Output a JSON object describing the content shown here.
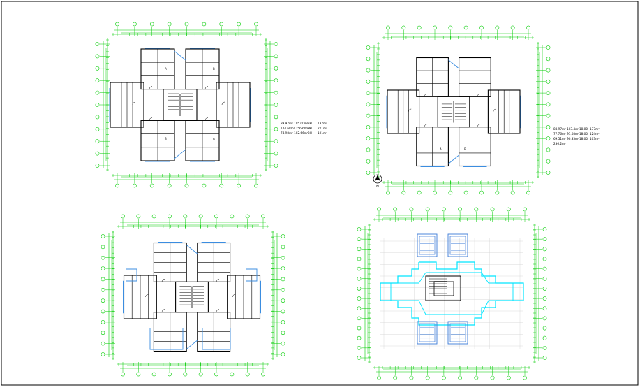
{
  "drawing": {
    "plans": [
      {
        "id": "plan-top-left",
        "area_table": [
          {
            "area": "89.97m² 105.00m²",
            "count": "3H",
            "size": "137m²"
          },
          {
            "area": "144.68m² 156.60m²",
            "count": "3H",
            "size": "221m²"
          },
          {
            "area": "74.98m² 102.66m²",
            "count": "3H",
            "size": "101m²"
          }
        ],
        "room_labels": [
          "A",
          "B",
          "B",
          "A"
        ]
      },
      {
        "id": "plan-top-right",
        "area_table": [
          {
            "area": "88.97m² 103.4m²",
            "count": "18.00",
            "size": "137m²"
          },
          {
            "area": "77.76m² 91.08m²",
            "count": "18.00",
            "size": "124m²"
          },
          {
            "area": "69.51m² 90.33m²",
            "count": "18.00",
            "size": "103m²"
          },
          {
            "area": "236.2m²",
            "count": "",
            "size": ""
          }
        ],
        "room_labels": [
          "A",
          "B"
        ],
        "north_label": "N"
      },
      {
        "id": "plan-bottom-left",
        "room_labels": []
      },
      {
        "id": "plan-bottom-right",
        "room_labels": []
      }
    ],
    "colors": {
      "dimension": "#00cc00",
      "wall": "#000000",
      "window": "#3b8de0",
      "grid": "#00e5ff",
      "border": "#000000"
    }
  }
}
